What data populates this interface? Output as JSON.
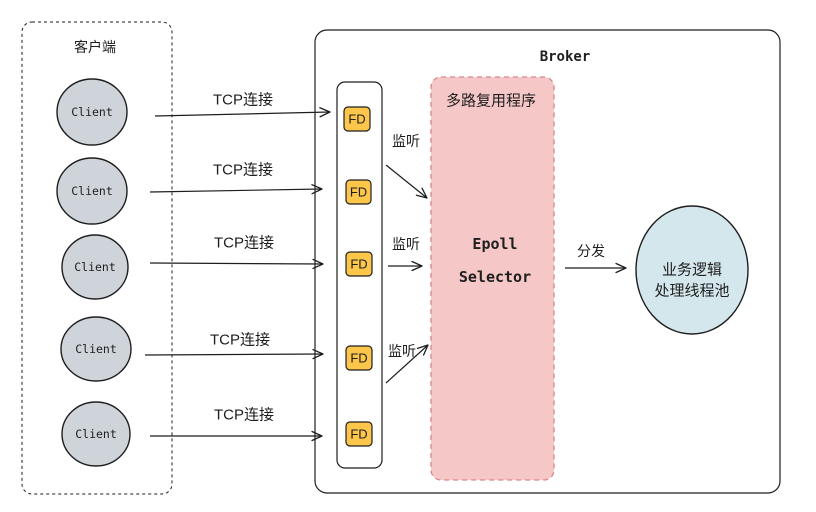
{
  "client_group": {
    "title": "客户端",
    "clients": [
      {
        "label": "Client"
      },
      {
        "label": "Client"
      },
      {
        "label": "Client"
      },
      {
        "label": "Client"
      },
      {
        "label": "Client"
      }
    ]
  },
  "tcp_connections": [
    {
      "label": "TCP连接"
    },
    {
      "label": "TCP连接"
    },
    {
      "label": "TCP连接"
    },
    {
      "label": "TCP连接"
    },
    {
      "label": "TCP连接"
    }
  ],
  "broker": {
    "title": "Broker",
    "file_descriptors": [
      {
        "label": "FD"
      },
      {
        "label": "FD"
      },
      {
        "label": "FD"
      },
      {
        "label": "FD"
      },
      {
        "label": "FD"
      }
    ],
    "listen_edges": [
      {
        "label": "监听"
      },
      {
        "label": "监听"
      },
      {
        "label": "监听"
      }
    ],
    "multiplexer": {
      "title": "多路复用程序",
      "line1": "Epoll",
      "line2": "Selector"
    },
    "dispatch_edge": {
      "label": "分发"
    },
    "worker_pool": {
      "line1": "业务逻辑",
      "line2": "处理线程池"
    }
  },
  "colors": {
    "stroke": "#1e1e1e",
    "client_fill": "#ced4da",
    "fd_fill": "#fcc64a",
    "multiplexer_fill": "#f5c7c7",
    "multiplexer_border": "#d9868a",
    "worker_fill": "#d4e7ed"
  }
}
